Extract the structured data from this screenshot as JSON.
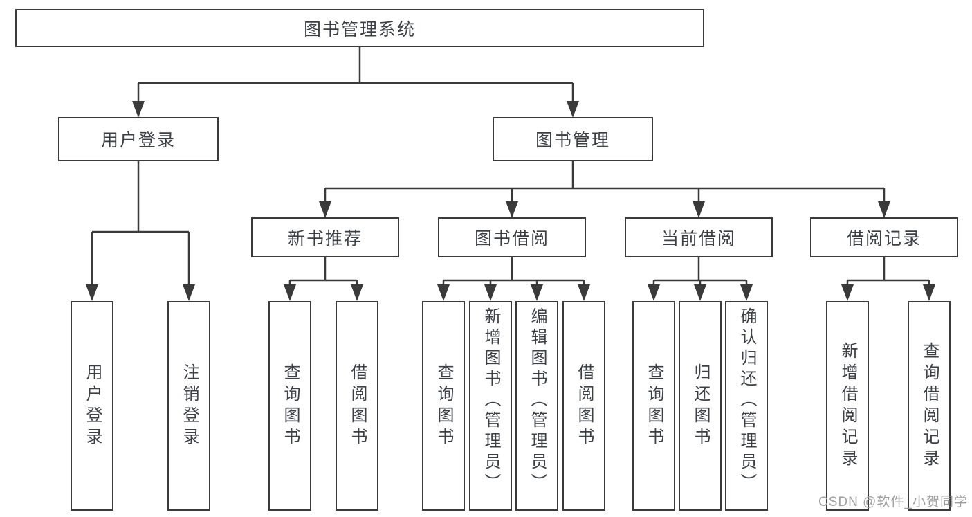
{
  "diagram": {
    "root": {
      "label": "图书管理系统"
    },
    "branches": [
      {
        "label": "用户登录"
      },
      {
        "label": "图书管理"
      }
    ],
    "modules": [
      {
        "label": "新书推荐"
      },
      {
        "label": "图书借阅"
      },
      {
        "label": "当前借阅"
      },
      {
        "label": "借阅记录"
      }
    ],
    "functions": [
      {
        "label": "用户登录"
      },
      {
        "label": "注销登录"
      },
      {
        "label": "查询图书"
      },
      {
        "label": "借阅图书"
      },
      {
        "label": "查询图书"
      },
      {
        "label": "新增图书（管理员）"
      },
      {
        "label": "编辑图书（管理员）"
      },
      {
        "label": "借阅图书"
      },
      {
        "label": "查询图书"
      },
      {
        "label": "归还图书"
      },
      {
        "label": "确认归还（管理员）"
      },
      {
        "label": "新增借阅记录"
      },
      {
        "label": "查询借阅记录"
      }
    ]
  },
  "watermark": {
    "label": "CSDN @软件_小贺同学"
  },
  "colors": {
    "line": "#3a3a3a",
    "text": "#3c4046",
    "watermark": "#9e9e9e",
    "background": "#ffffff"
  }
}
